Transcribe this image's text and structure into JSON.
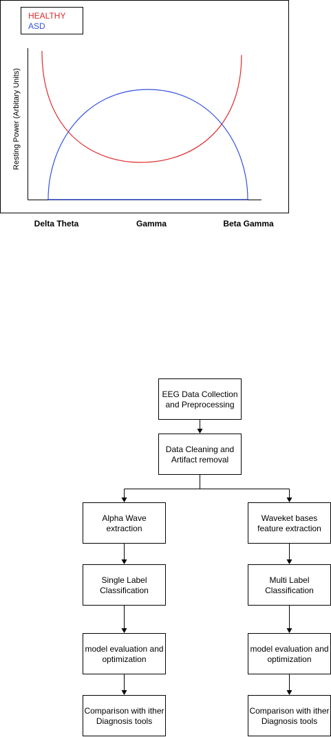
{
  "chart": {
    "legend": {
      "healthy": "HEALTHY",
      "asd": "ASD"
    },
    "y_axis_label": "Resting Power (Arbitary Units)",
    "x_labels": [
      "Delta Theta",
      "Gamma",
      "Beta Gamma"
    ],
    "colors": {
      "healthy": "#e0282a",
      "asd": "#3350e0"
    }
  },
  "flowchart": {
    "start": {
      "line1": "EEG Data Collection",
      "line2": "and Preprocessing"
    },
    "cleaning": {
      "line1": "Data Cleaning and",
      "line2": "Artifact removal"
    },
    "left_branch": {
      "extraction": {
        "line1": "Alpha Wave",
        "line2": "extraction"
      },
      "classification": {
        "line1": "Single Label",
        "line2": "Classification"
      },
      "evaluation": {
        "line1": "model evaluation and",
        "line2": "optimization"
      },
      "comparison": {
        "line1": "Comparison with ither",
        "line2": "Diagnosis tools"
      }
    },
    "right_branch": {
      "extraction": {
        "line1": "Waveket bases",
        "line2": "feature extraction"
      },
      "classification": {
        "line1": "Multi Label",
        "line2": "Classification"
      },
      "evaluation": {
        "line1": "model evaluation and",
        "line2": "optimization"
      },
      "comparison": {
        "line1": "Comparison with ither",
        "line2": "Diagnosis tools"
      }
    }
  }
}
